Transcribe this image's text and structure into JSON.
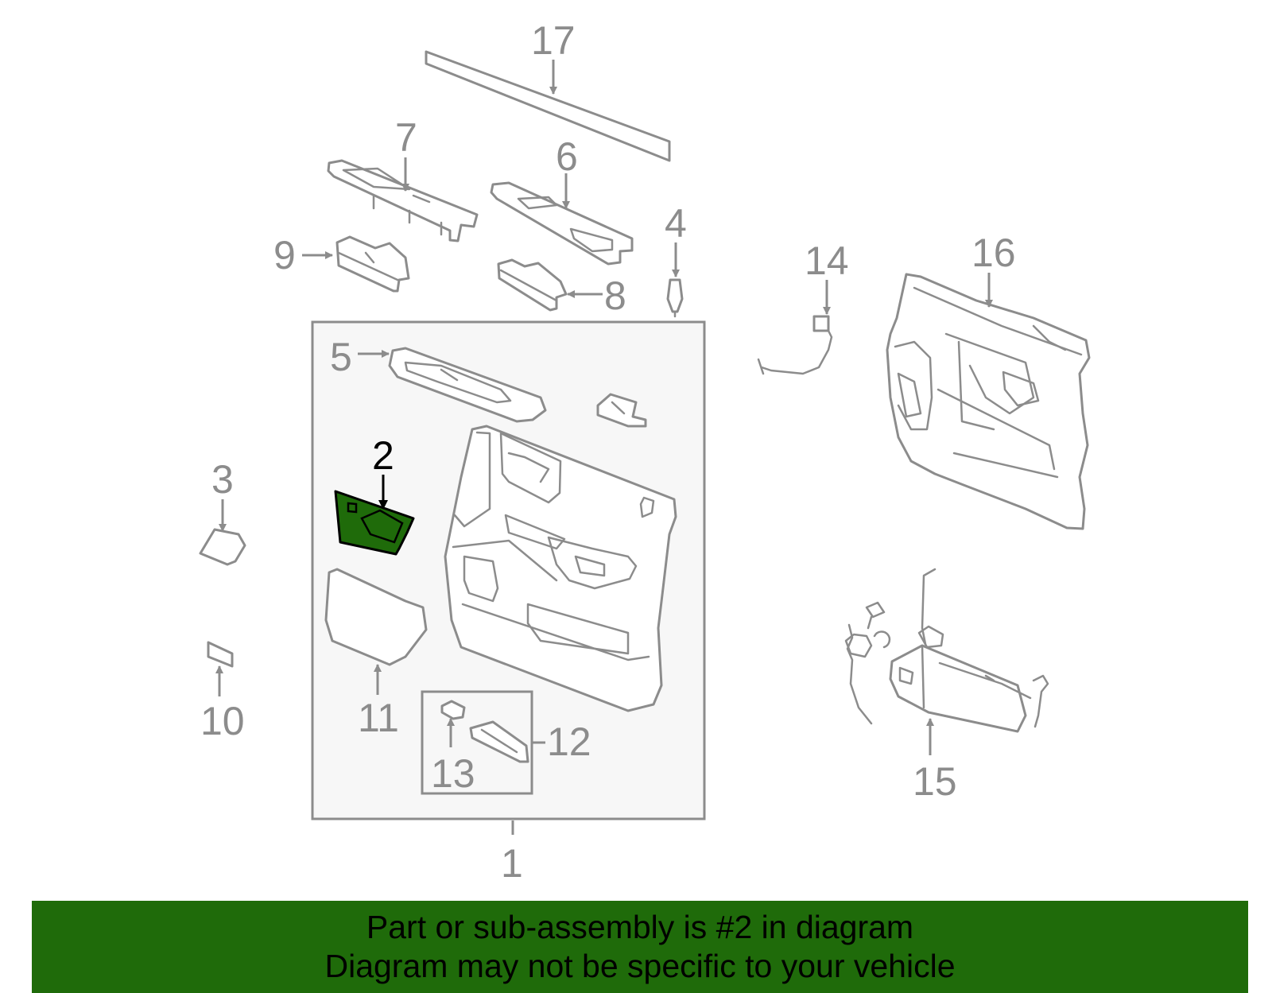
{
  "colors": {
    "highlight_fill": "#1f6b0a",
    "line_gray": "#8c8c8c",
    "highlight_label": "#000000",
    "banner_bg": "#1f6b0a",
    "assembly_box_bg": "#f7f7f7"
  },
  "highlighted_part": "2",
  "callouts": {
    "c1": "1",
    "c2": "2",
    "c3": "3",
    "c4": "4",
    "c5": "5",
    "c6": "6",
    "c7": "7",
    "c8": "8",
    "c9": "9",
    "c10": "10",
    "c11": "11",
    "c12": "12",
    "c13": "13",
    "c14": "14",
    "c15": "15",
    "c16": "16",
    "c17": "17"
  },
  "banner": {
    "line1": "Part or sub-assembly is #2 in diagram",
    "line2": "Diagram may not be specific to your vehicle"
  }
}
